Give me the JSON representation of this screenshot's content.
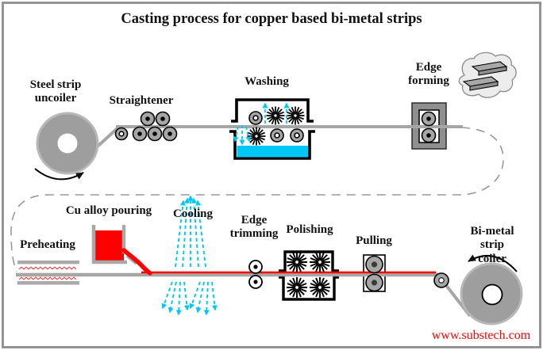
{
  "title": "Casting process for copper based bi-metal strips",
  "watermark": "www.substech.com",
  "labels": {
    "uncoiler": "Steel strip\nuncoiler",
    "straightener": "Straightener",
    "washing": "Washing",
    "edge_forming": "Edge\nforming",
    "preheating": "Preheating",
    "cu_pouring": "Cu alloy pouring",
    "cooling": "Cooling",
    "edge_trimming": "Edge\ntrimming",
    "polishing": "Polishing",
    "pulling": "Pulling",
    "coiler": "Bi-metal\nstrip coiler"
  },
  "colors": {
    "copper_red": "#ff0000",
    "water_cyan": "#00c8f5",
    "strip_gray": "#a6a6a6",
    "machine_gray": "#8f8f8f",
    "dashed_path_gray": "#999999",
    "text_black": "#111111",
    "watermark_red": "#ff0000"
  }
}
